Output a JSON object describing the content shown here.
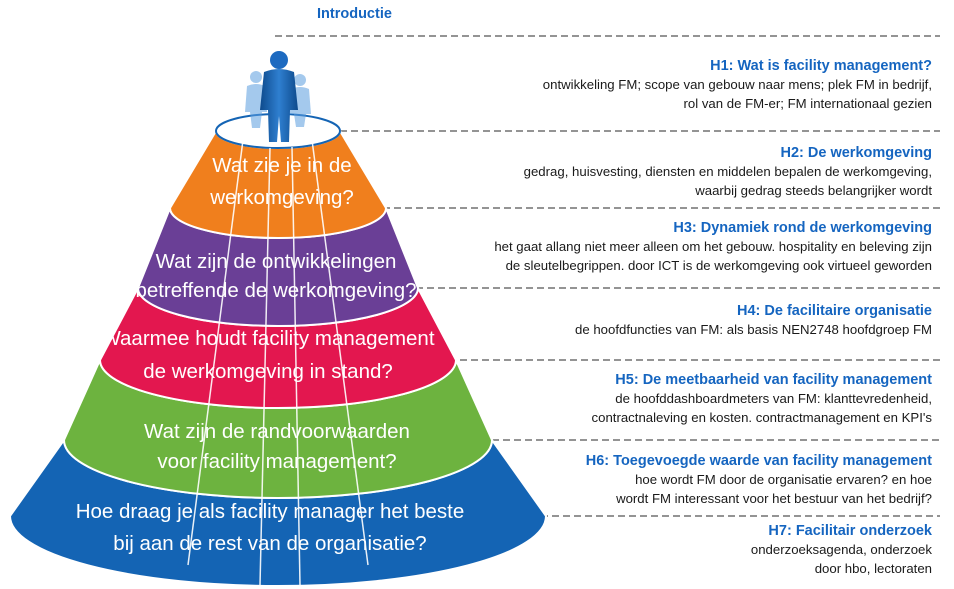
{
  "intro": "Introductie",
  "layers": [
    {
      "id": "werkomgeving",
      "color": "#f07f1d",
      "lines": [
        "Wat zie je in de",
        "werkomgeving?"
      ]
    },
    {
      "id": "ontwikkelingen",
      "color": "#6a3f96",
      "lines": [
        "Wat zijn de ontwikkelingen",
        "betreffende de werkomgeving?"
      ]
    },
    {
      "id": "instandhouding",
      "color": "#e3174f",
      "lines": [
        "Waarmee houdt facility management",
        "de werkomgeving in stand?"
      ]
    },
    {
      "id": "randvoorwaarden",
      "color": "#6db33f",
      "lines": [
        "Wat zijn de randvoorwaarden",
        "voor facility management?"
      ]
    },
    {
      "id": "bijdrage",
      "color": "#1464b4",
      "lines": [
        "Hoe draag je als facility manager het beste",
        "bij aan de rest van de organisatie?"
      ]
    }
  ],
  "chapters": [
    {
      "title": "H1: Wat is facility management?",
      "desc": [
        "ontwikkeling FM; scope van gebouw naar mens; plek FM in bedrijf,",
        "rol van de FM-er; FM internationaal gezien"
      ]
    },
    {
      "title": "H2: De werkomgeving",
      "desc": [
        "gedrag, huisvesting, diensten en middelen bepalen de werkomgeving,",
        "waarbij gedrag steeds belangrijker wordt"
      ]
    },
    {
      "title": "H3: Dynamiek rond de werkomgeving",
      "desc": [
        "het gaat allang niet meer alleen om het gebouw. hospitality en beleving zijn",
        "de sleutelbegrippen. door ICT is de werkomgeving ook virtueel geworden"
      ]
    },
    {
      "title": "H4: De facilitaire organisatie",
      "desc": [
        "de hoofdfuncties van FM: als basis NEN2748 hoofdgroep FM"
      ]
    },
    {
      "title": "H5: De meetbaarheid van facility management",
      "desc": [
        "de hoofddashboardmeters van FM: klanttevredenheid,",
        "contractnaleving en kosten. contractmanagement en KPI's"
      ]
    },
    {
      "title": "H6: Toegevoegde waarde van facility management",
      "desc": [
        "hoe wordt FM door de organisatie ervaren? en hoe",
        "wordt FM interessant voor het bestuur van het bedrijf?"
      ]
    },
    {
      "title": "H7: Facilitair onderzoek",
      "desc": [
        "onderzoeksagenda, onderzoek",
        "door hbo, lectoraten"
      ]
    }
  ]
}
